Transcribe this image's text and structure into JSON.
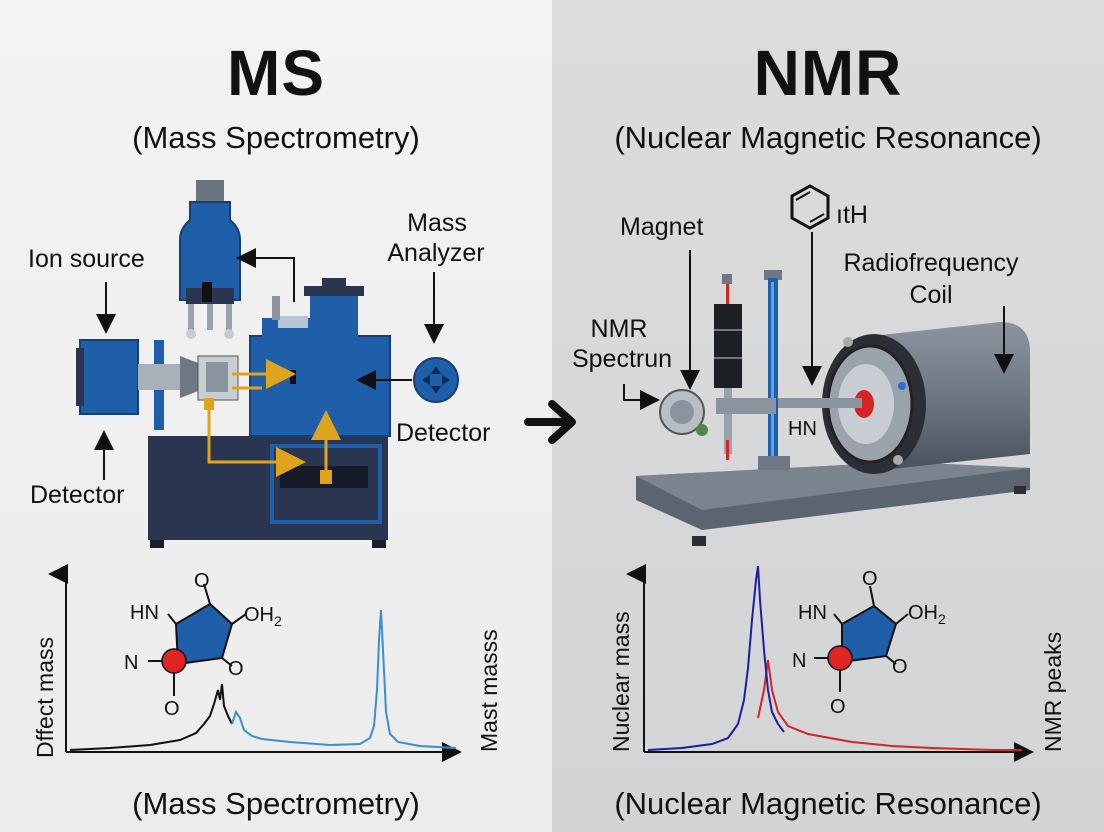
{
  "ms": {
    "title": "MS",
    "subtitle": "(Mass Spectrometry)",
    "labels": {
      "ion_source": "Ion source",
      "mass_analyzer_line1": "Mass",
      "mass_analyzer_line2": "Analyzer",
      "detector_right": "Detector",
      "detector_left": "Detector"
    },
    "plot": {
      "y_label_left": "Dffect mass",
      "y_label_right": "Mast masss"
    },
    "molecule": {
      "n_top": "HN",
      "n_left": "N",
      "o_top": "O",
      "oh2": "OH",
      "oh2_sub": "2",
      "o_right": "O",
      "o_bottom": "O"
    },
    "footer": "(Mass Spectrometry)"
  },
  "nmr": {
    "title": "NMR",
    "subtitle": "(Nuclear Magnetic Resonance)",
    "labels": {
      "magnet": "Magnet",
      "ith": "ıtH",
      "rf_line1": "Radiofrequency",
      "rf_line2": "Coil",
      "spectrun_line1": "NMR",
      "spectrun_line2": "Spectrun",
      "hn": "HN"
    },
    "plot": {
      "y_label_left": "Nuclear mass",
      "y_label_right": "NMR peaks"
    },
    "molecule": {
      "n_top": "HN",
      "n_left": "N",
      "o_top": "O",
      "oh2": "OH",
      "oh2_sub": "2",
      "o_right": "O",
      "o_bottom": "O"
    },
    "footer": "(Nuclear Magnetic Resonance)"
  },
  "colors": {
    "ms_blue": "#1f5ea8",
    "navy": "#2a3550",
    "gold": "#e0a41c",
    "red_atom": "#e02424",
    "ms_spectrum": "#3a8fd0",
    "nmr_blue": "#1a1fa0",
    "nmr_red": "#d42424",
    "steel": "#6e7784"
  },
  "icons": {
    "arrow_between": "bold-right-arrow-icon"
  }
}
